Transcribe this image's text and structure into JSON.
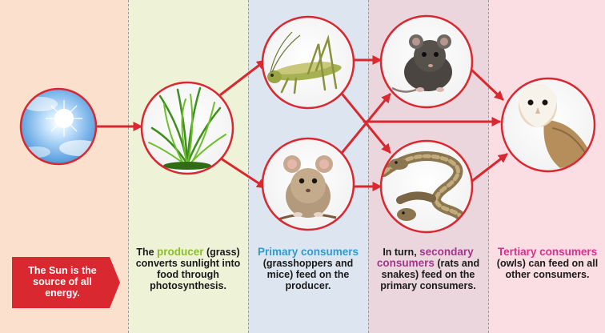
{
  "colors": {
    "sun_bg": "#fbe0cd",
    "producer_bg": "#eef3d8",
    "primary_bg": "#dde6f0",
    "secondary_bg": "#ead6dc",
    "tertiary_bg": "#fbdde4",
    "arrow": "#d9282f",
    "producer_word": "#8cbe2a",
    "primary_word": "#2f9bd1",
    "secondary_word": "#a3358c",
    "tertiary_word": "#d8318c"
  },
  "nodes": {
    "sun": "sun-photo",
    "grass": "grass-photo",
    "grasshopper": "grasshopper-photo",
    "mouse": "mouse-photo",
    "rat": "rat-photo",
    "snake": "snake-photo",
    "owl": "owl-photo"
  },
  "captions": {
    "sun": "The Sun is the source of all energy.",
    "producer": {
      "before": "The ",
      "highlight": "producer",
      "after": " (grass) converts sunlight into food through photosynthesis."
    },
    "primary": {
      "highlight": "Primary consumers",
      "after": " (grasshoppers and mice) feed on the producer."
    },
    "secondary": {
      "before": "In turn, ",
      "highlight": "secondary consumers",
      "after": " (rats and snakes) feed on the primary consumers."
    },
    "tertiary": {
      "highlight": "Tertiary consumers",
      "after": " (owls) can feed on all other consumers."
    }
  }
}
